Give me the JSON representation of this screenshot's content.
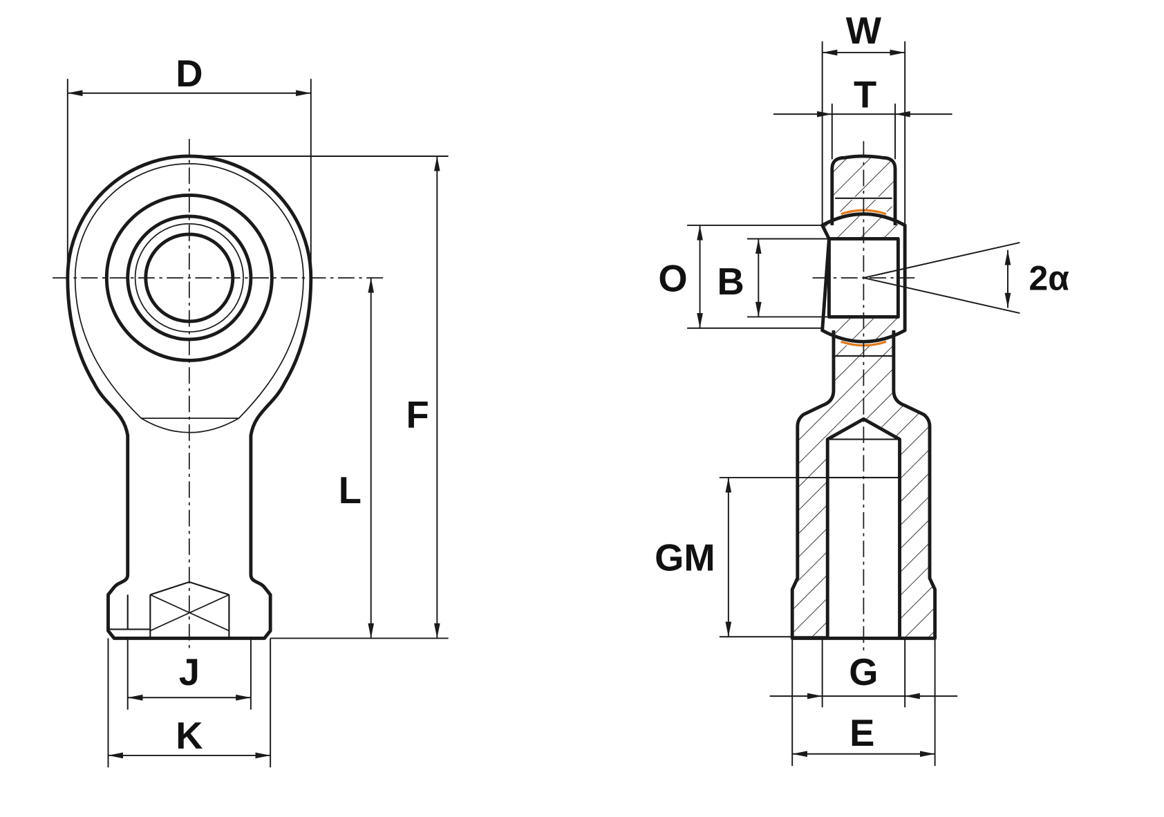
{
  "title": "Rod end bearing dimension drawing",
  "labels": {
    "D": "D",
    "F": "F",
    "L": "L",
    "J": "J",
    "K": "K",
    "W": "W",
    "T": "T",
    "O": "O",
    "B": "B",
    "alpha": "2α",
    "GM": "GM",
    "G": "G",
    "E": "E"
  },
  "colors": {
    "line": "#1a1a1a",
    "liner": "#e07a1f"
  }
}
